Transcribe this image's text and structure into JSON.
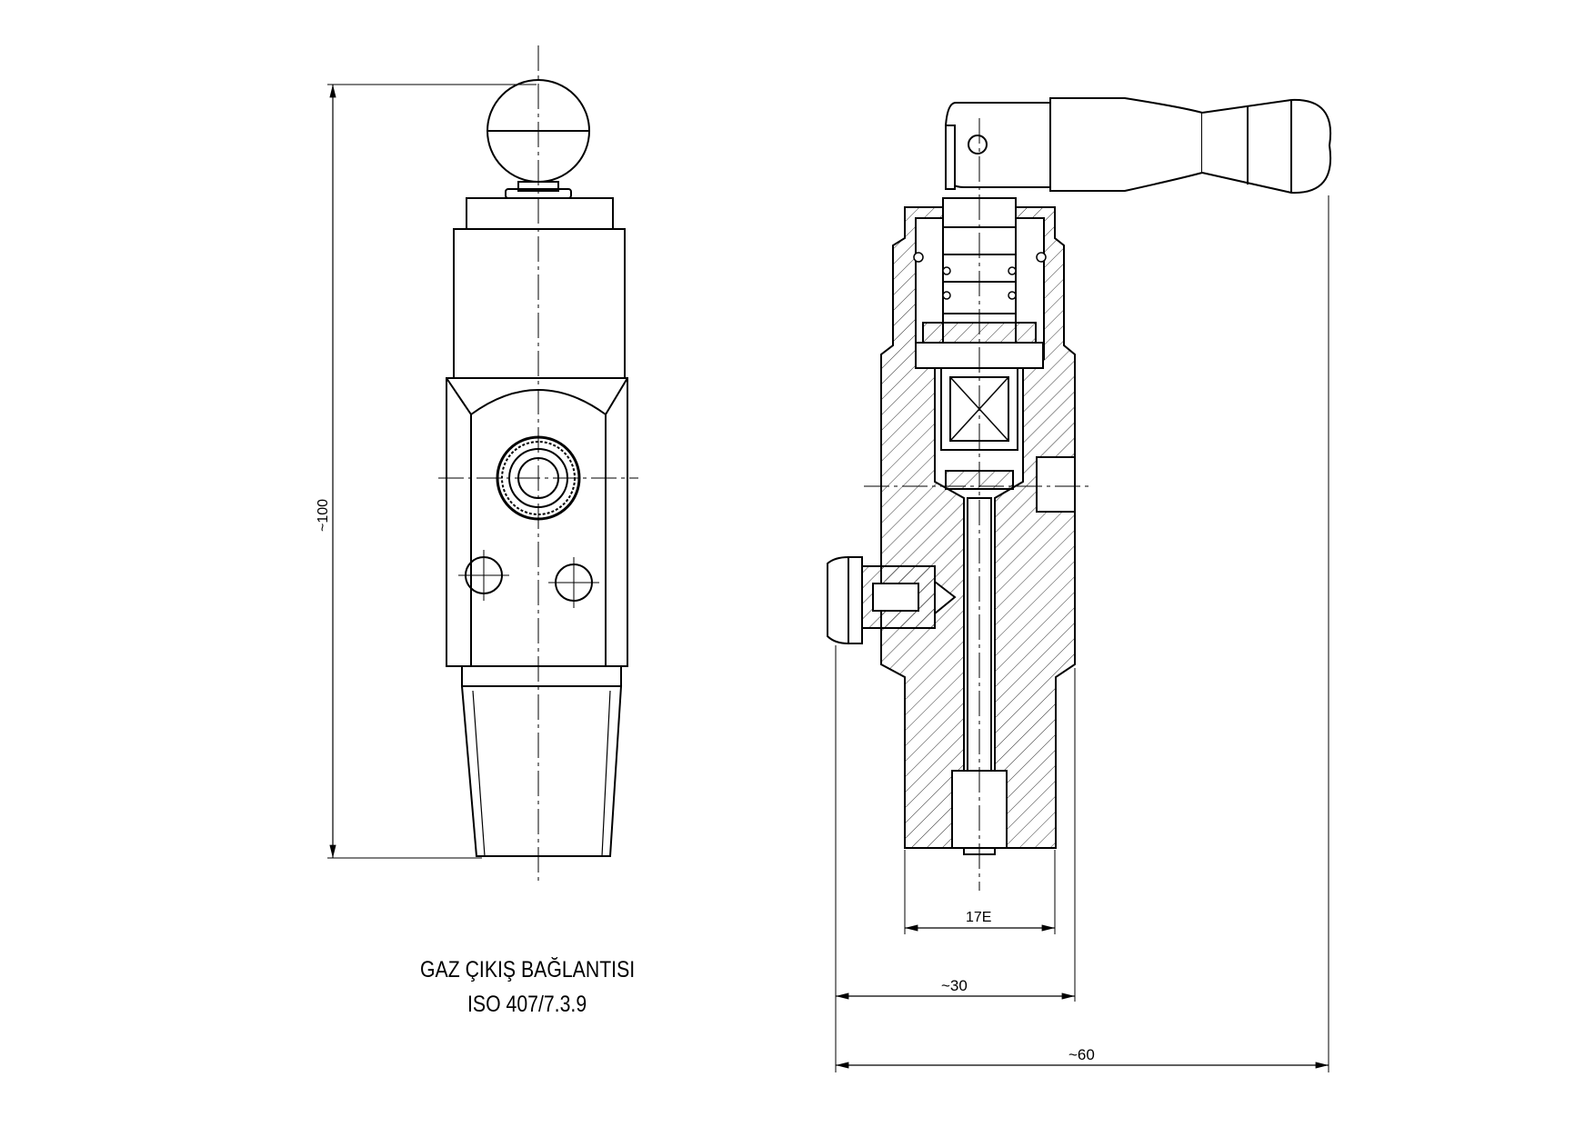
{
  "caption": {
    "line1": "GAZ ÇIKIŞ BAĞLANTISI",
    "line2": "ISO 407/7.3.9"
  },
  "dimensions": {
    "height": "~100",
    "thread": "17E",
    "width_body": "~30",
    "width_total": "~60"
  },
  "colors": {
    "line": "#000000",
    "background": "#ffffff"
  }
}
